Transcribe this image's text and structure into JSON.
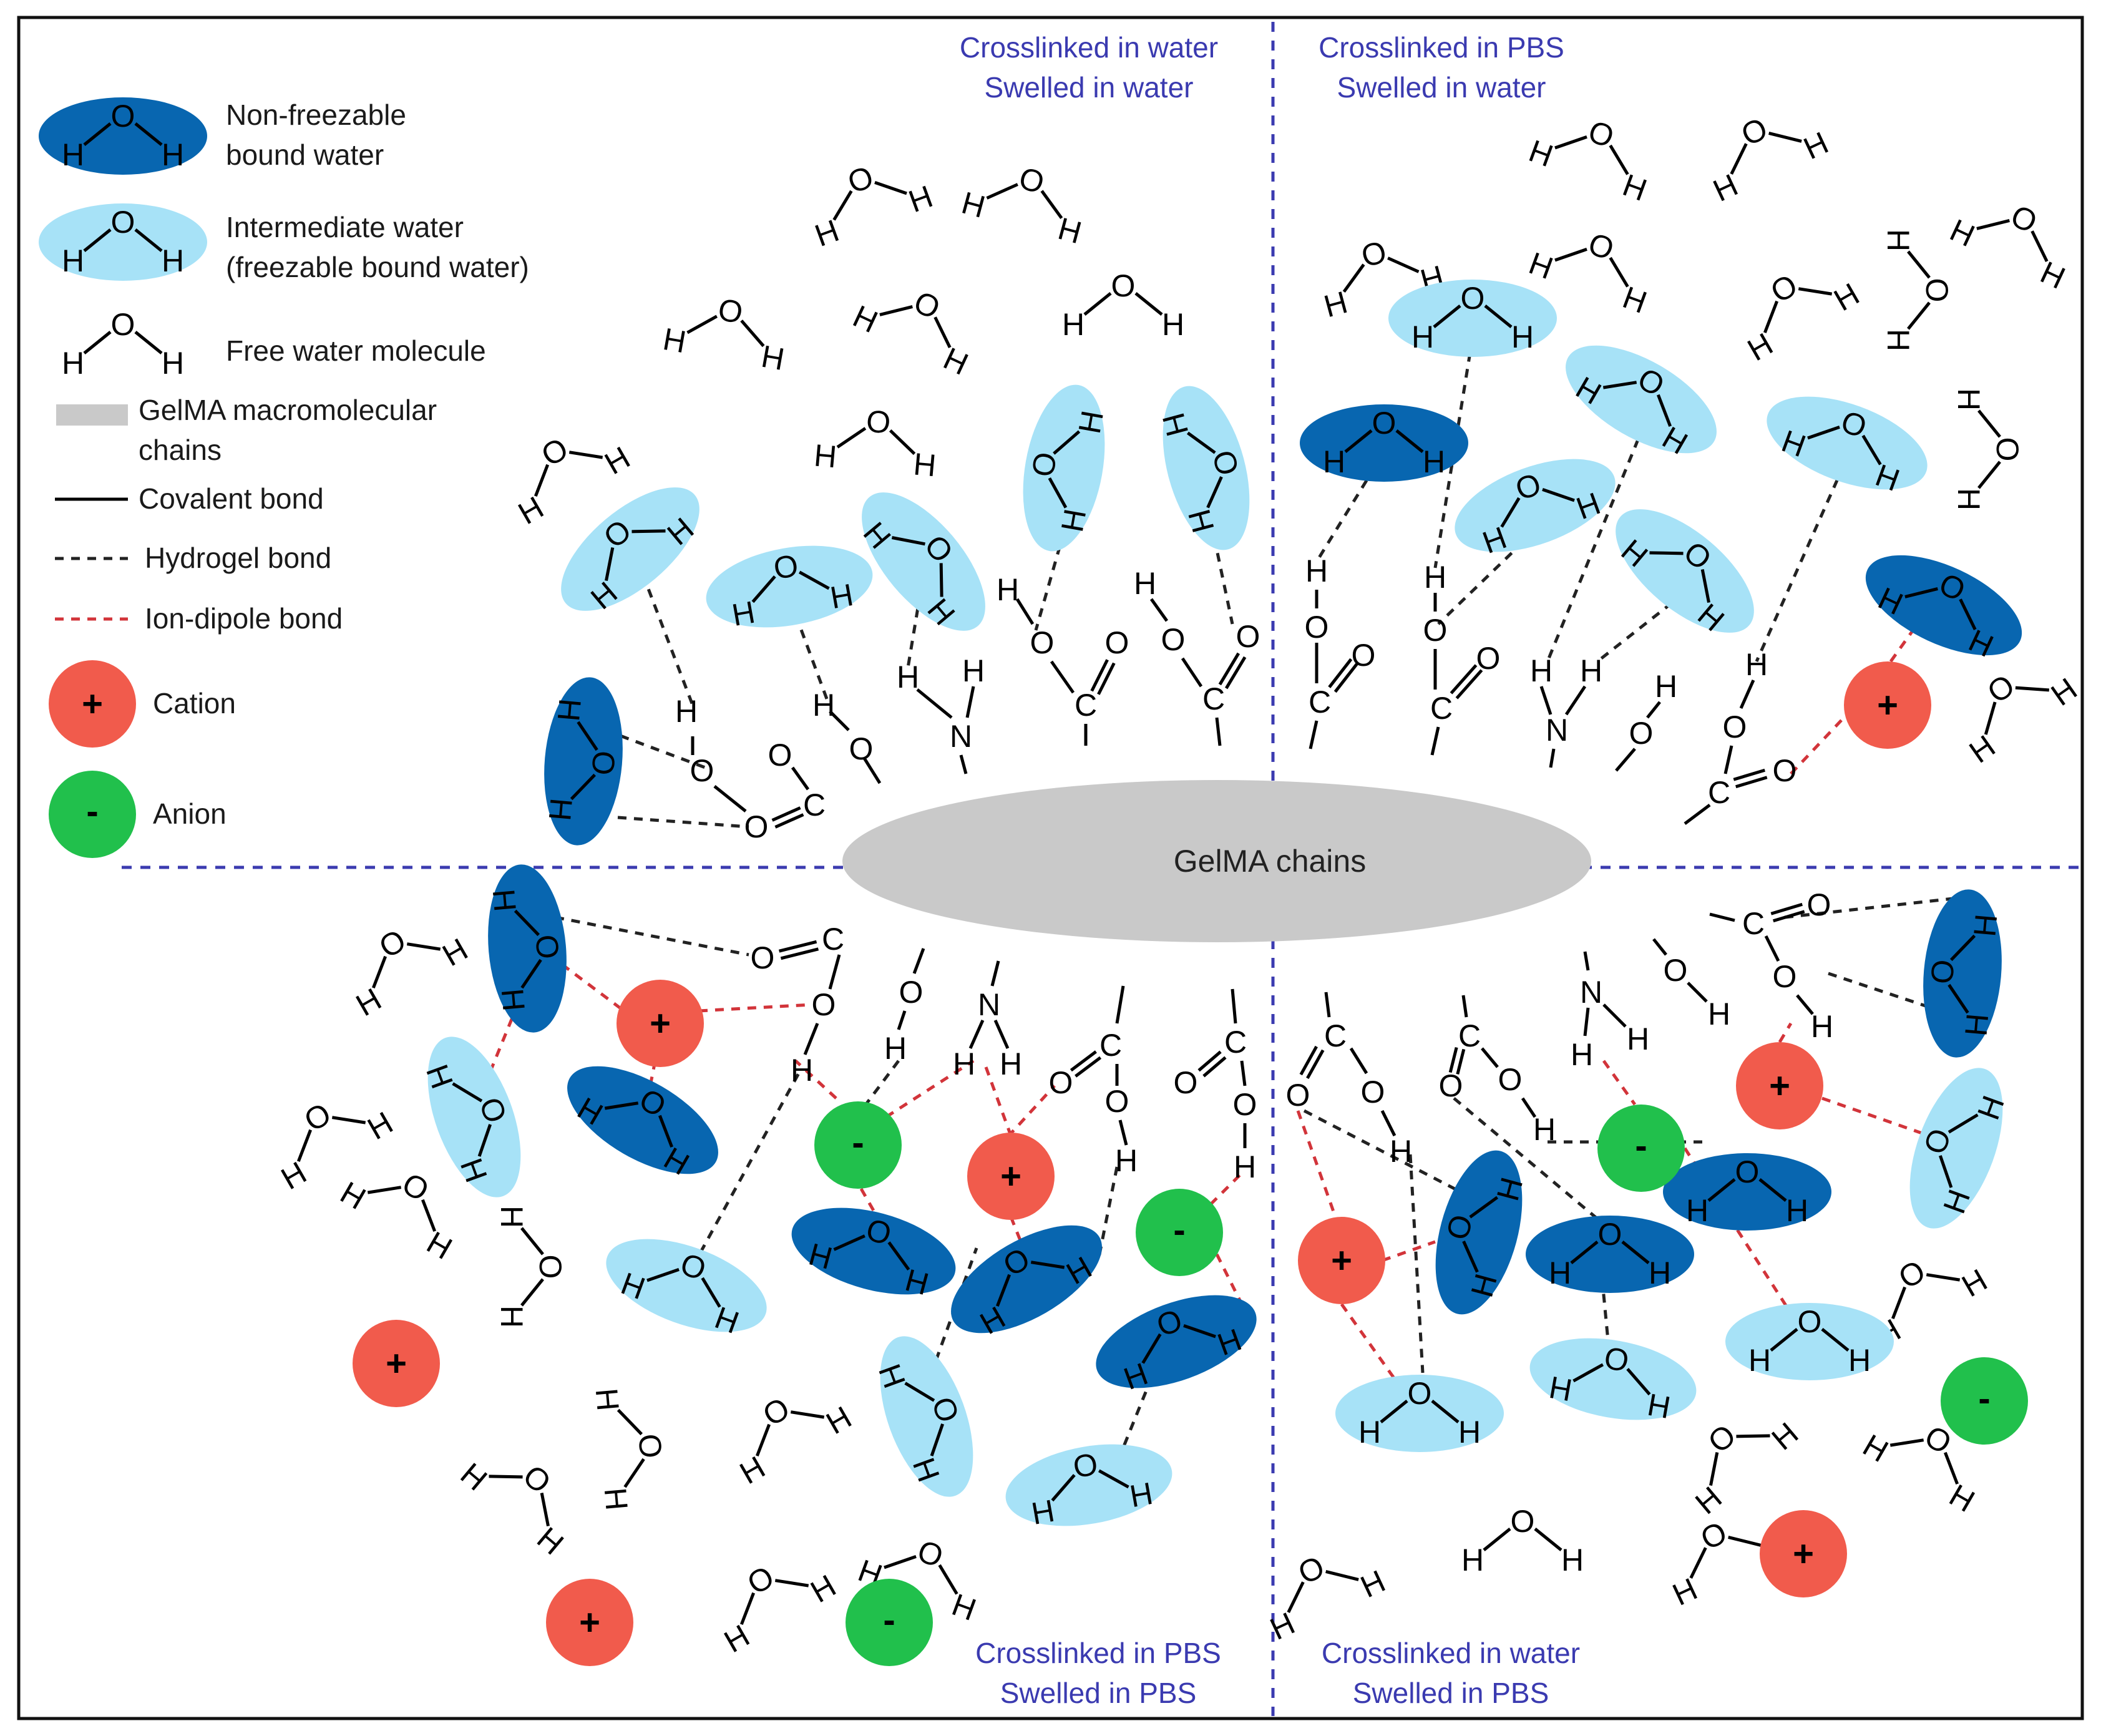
{
  "colors": {
    "non_freezable": "#0866b0",
    "intermediate": "#a7e2f7",
    "cation": "#f15b4c",
    "anion": "#21c04c",
    "chains": "#c9c9c9",
    "divider": "#3b3bb0",
    "ion_dipole": "#d2343a",
    "hydrogen_bond": "#222222",
    "border": "#111111"
  },
  "legend": {
    "non_freezable": "Non-freezable\nbound water",
    "intermediate": "Intermediate water\n(freezable bound water)",
    "free_water": "Free water molecule",
    "gelma": "GelMA macromolecular\nchains",
    "covalent": "Covalent bond",
    "hydrogen": "Hydrogel bond",
    "ion_dipole": "Ion-dipole bond",
    "cation": "Cation",
    "anion": "Anion"
  },
  "quadrants": {
    "top_left": "Crosslinked in water\nSwelled in water",
    "top_right": "Crosslinked in PBS\nSwelled in water",
    "bottom_left": "Crosslinked in PBS\nSwelled in PBS",
    "bottom_right": "Crosslinked in water\nSwelled in PBS"
  },
  "center_label": "GelMA chains",
  "atoms": {
    "oxygen": "O",
    "hydrogen": "H",
    "nitrogen": "N",
    "carbon": "C"
  },
  "ion_signs": {
    "cation": "+",
    "anion": "-"
  }
}
